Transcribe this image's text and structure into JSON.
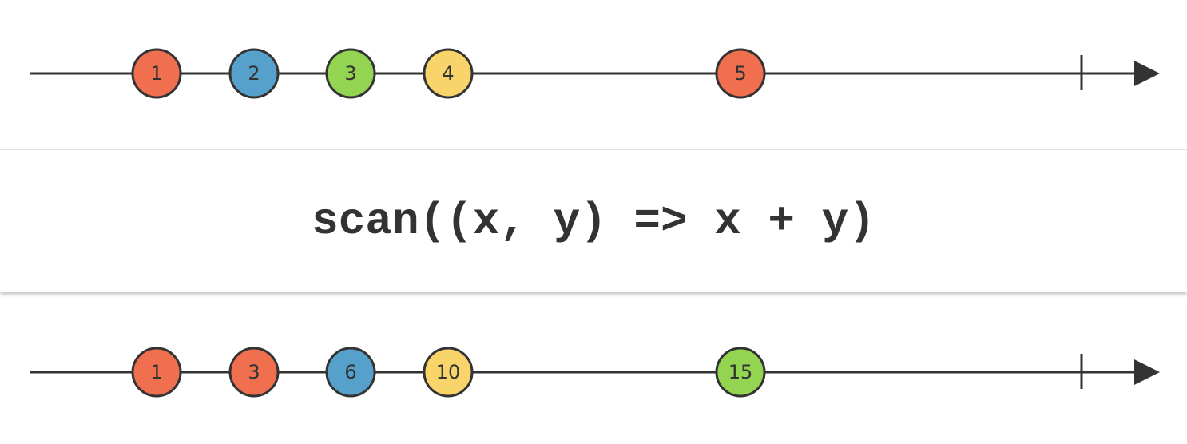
{
  "operator": {
    "label": "scan((x, y) => x + y)"
  },
  "colors": {
    "line": "#333333",
    "red": "#ef6f4f",
    "blue": "#56a1cb",
    "green": "#93d551",
    "yellow": "#f9d46a"
  },
  "input_stream": {
    "completed": true,
    "marbles": [
      {
        "value": "1",
        "color": "red"
      },
      {
        "value": "2",
        "color": "blue"
      },
      {
        "value": "3",
        "color": "green"
      },
      {
        "value": "4",
        "color": "yellow"
      },
      {
        "value": "5",
        "color": "red"
      }
    ]
  },
  "output_stream": {
    "completed": true,
    "marbles": [
      {
        "value": "1",
        "color": "red"
      },
      {
        "value": "3",
        "color": "red"
      },
      {
        "value": "6",
        "color": "blue"
      },
      {
        "value": "10",
        "color": "yellow"
      },
      {
        "value": "15",
        "color": "green"
      }
    ]
  }
}
